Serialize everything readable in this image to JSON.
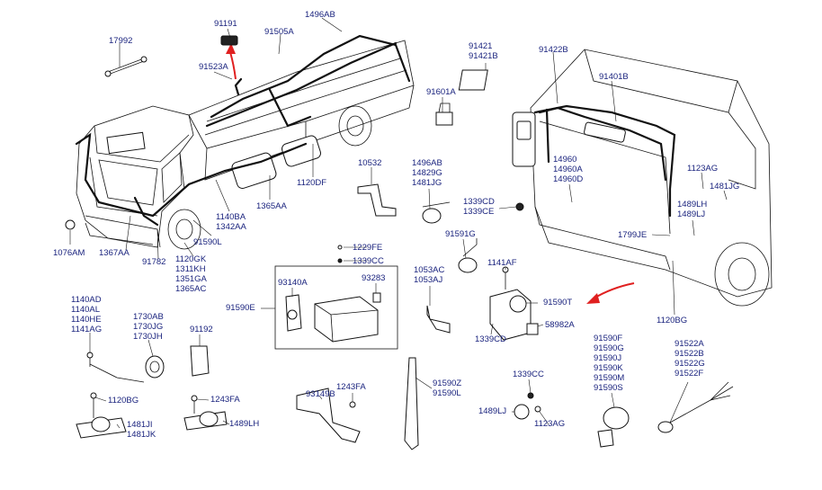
{
  "labels": {
    "l17992": "17992",
    "l91191": "91191",
    "l1496ab_top": "1496AB",
    "l91505a": "91505A",
    "l91523a": "91523A",
    "l91421": [
      "91421",
      "91421B"
    ],
    "l91422b": "91422B",
    "l91401b": "91401B",
    "l91601a": "91601A",
    "l10532": "10532",
    "l1496ab_group": [
      "1496AB",
      "14829G",
      "1481JG"
    ],
    "l14960": [
      "14960",
      "14960A",
      "14960D"
    ],
    "l1123ag_r": "1123AG",
    "l1481jg_r": "1481JG",
    "l1489lh": [
      "1489LH",
      "1489LJ"
    ],
    "l1339cd_ce": [
      "1339CD",
      "1339CE"
    ],
    "l1799je": "1799JE",
    "l91591g": "91591G",
    "l1120df": "1120DF",
    "l1365aa": "1365AA",
    "l1140ba": [
      "1140BA",
      "1342AA"
    ],
    "l91590l": "91590L",
    "l1076am": "1076AM",
    "l1367aa": "1367AA",
    "l91782": "91782",
    "l1120gk": [
      "1120GK",
      "1311KH",
      "1351GA",
      "1365AC"
    ],
    "l1229fe": "1229FE",
    "l1339cc_top": "1339CC",
    "l93140a": "93140A",
    "l93283": "93283",
    "l91590e": "91590E",
    "l1053ac": [
      "1053AC",
      "1053AJ"
    ],
    "l1141af": "1141AF",
    "l91590t": "91590T",
    "l58982a": "58982A",
    "l1339cd_b": "1339CD",
    "l1120bg_r": "1120BG",
    "l1140ad": [
      "1140AD",
      "1140AL",
      "1140HE",
      "1141AG"
    ],
    "l1730ab": [
      "1730AB",
      "1730JG",
      "1730JH"
    ],
    "l91192": "91192",
    "l1120bg_l": "1120BG",
    "l1243fa_a": "1243FA",
    "l1481ji": [
      "1481JI",
      "1481JK"
    ],
    "l1489lh_b": "1489LH",
    "l93149b": "93149B",
    "l1243fa_b": "1243FA",
    "l91590z": [
      "91590Z",
      "91590L"
    ],
    "l1339cc_b": "1339CC",
    "l1489lj_b": "1489LJ",
    "l1123ag_b": "1123AG",
    "l91590f": [
      "91590F",
      "91590G",
      "91590J",
      "91590K",
      "91590M",
      "91590S"
    ],
    "l91522a": [
      "91522A",
      "91522B",
      "91522G",
      "91522F"
    ]
  },
  "colors": {
    "label_text": "#1a237e",
    "line_art": "#111111",
    "highlight_arrow": "#e02020"
  }
}
